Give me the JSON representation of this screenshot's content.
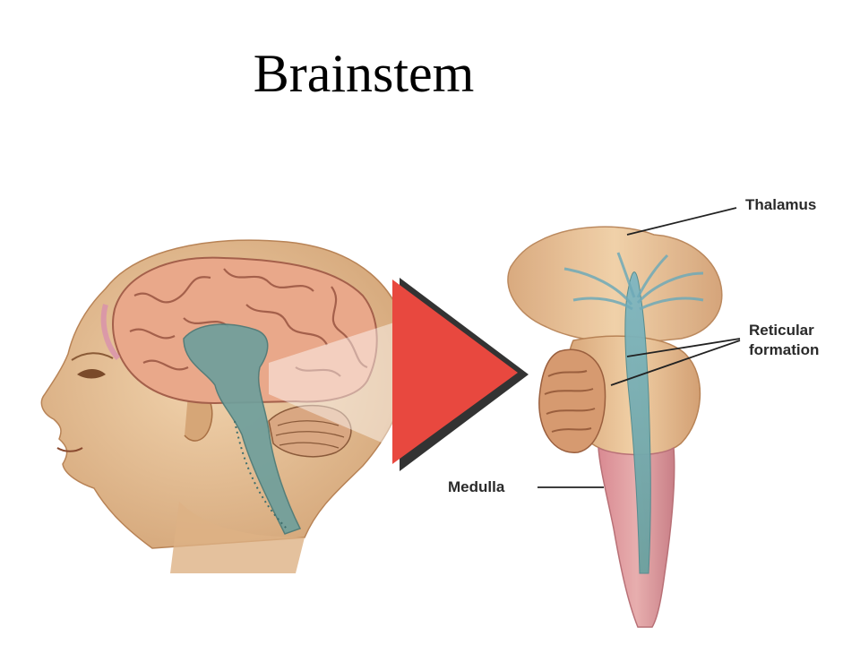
{
  "title": "Brainstem",
  "labels": {
    "thalamus": "Thalamus",
    "reticular_line1": "Reticular",
    "reticular_line2": "formation",
    "medulla": "Medulla"
  },
  "colors": {
    "skin": "#e6c197",
    "skin_shadow": "#b88356",
    "cortex": "#e9a88a",
    "cortex_fold": "#a4604b",
    "brainstem": "#6f9f9c",
    "cerebellum": "#d9a782",
    "arrow": "#e8483f",
    "arrow_shadow": "#333333",
    "stem_tissue": "#e7c39a",
    "leader_line": "#222222"
  },
  "icons": {
    "head": "head-profile-illustration",
    "arrow": "red-arrow-icon",
    "brainstem": "isolated-brainstem-illustration"
  }
}
